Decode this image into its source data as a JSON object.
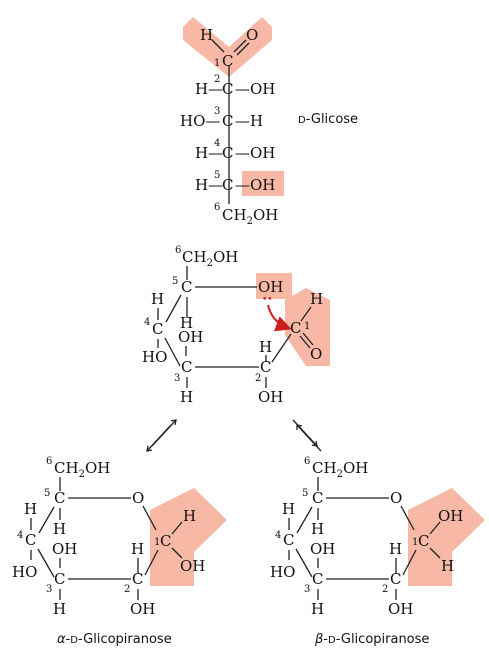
{
  "colors": {
    "highlight": "#f7b9a6",
    "arrow": "#cc1f1f",
    "ink": "#111111"
  },
  "fischer": {
    "caption_small": "D",
    "caption_rest": "-Glicose",
    "c1": {
      "h": "H",
      "o": "O",
      "c": "C",
      "n": "1"
    },
    "c2": {
      "h": "H—",
      "c": "C",
      "oh": "—OH",
      "n": "2"
    },
    "c3": {
      "ho": "HO—",
      "c": "C",
      "h": "—H",
      "n": "3"
    },
    "c4": {
      "h": "H—",
      "c": "C",
      "oh": "—OH",
      "n": "4"
    },
    "c5": {
      "h": "H—",
      "c": "C",
      "oh": "—OH",
      "n": "5"
    },
    "c6": {
      "n": "6",
      "group": "CH",
      "sub": "2",
      "tail": "OH"
    }
  },
  "open_ring": {
    "ch2oh": {
      "n": "6",
      "group": "CH",
      "sub": "2",
      "tail": "OH"
    },
    "c5": {
      "n": "5",
      "c": "C",
      "h": "H"
    },
    "oh5": "OH",
    "lone_pair": "••",
    "c4": {
      "n": "4",
      "c": "C",
      "h": "H",
      "ho": "HO"
    },
    "c3": {
      "n": "3",
      "c": "C",
      "oh": "OH",
      "h": "H"
    },
    "c2": {
      "n": "2",
      "c": "C",
      "h": "H",
      "oh": "OH"
    },
    "c1": {
      "n": "1",
      "c": "C",
      "h": "H",
      "o": "O"
    }
  },
  "equilibrium_arrows": [
    "⇌",
    "⇌"
  ],
  "alpha": {
    "prefix": "α",
    "caption_small": "D",
    "caption_rest": "-Glicopiranose",
    "ring_o": "O",
    "ch2oh": {
      "n": "6",
      "group": "CH",
      "sub": "2",
      "tail": "OH"
    },
    "c5": {
      "n": "5",
      "c": "C",
      "h": "H"
    },
    "c4": {
      "n": "4",
      "c": "C",
      "h": "H",
      "ho": "HO"
    },
    "c3": {
      "n": "3",
      "c": "C",
      "oh": "OH",
      "h": "H"
    },
    "c2": {
      "n": "2",
      "c": "C",
      "h": "H",
      "oh": "OH"
    },
    "c1": {
      "n": "1",
      "c": "C",
      "up": "H",
      "down": "OH"
    }
  },
  "beta": {
    "prefix": "β",
    "caption_small": "D",
    "caption_rest": "-Glicopiranose",
    "ring_o": "O",
    "ch2oh": {
      "n": "6",
      "group": "CH",
      "sub": "2",
      "tail": "OH"
    },
    "c5": {
      "n": "5",
      "c": "C",
      "h": "H"
    },
    "c4": {
      "n": "4",
      "c": "C",
      "h": "H",
      "ho": "HO"
    },
    "c3": {
      "n": "3",
      "c": "C",
      "oh": "OH",
      "h": "H"
    },
    "c2": {
      "n": "2",
      "c": "C",
      "h": "H",
      "oh": "OH"
    },
    "c1": {
      "n": "1",
      "c": "C",
      "up": "OH",
      "down": "H"
    }
  }
}
